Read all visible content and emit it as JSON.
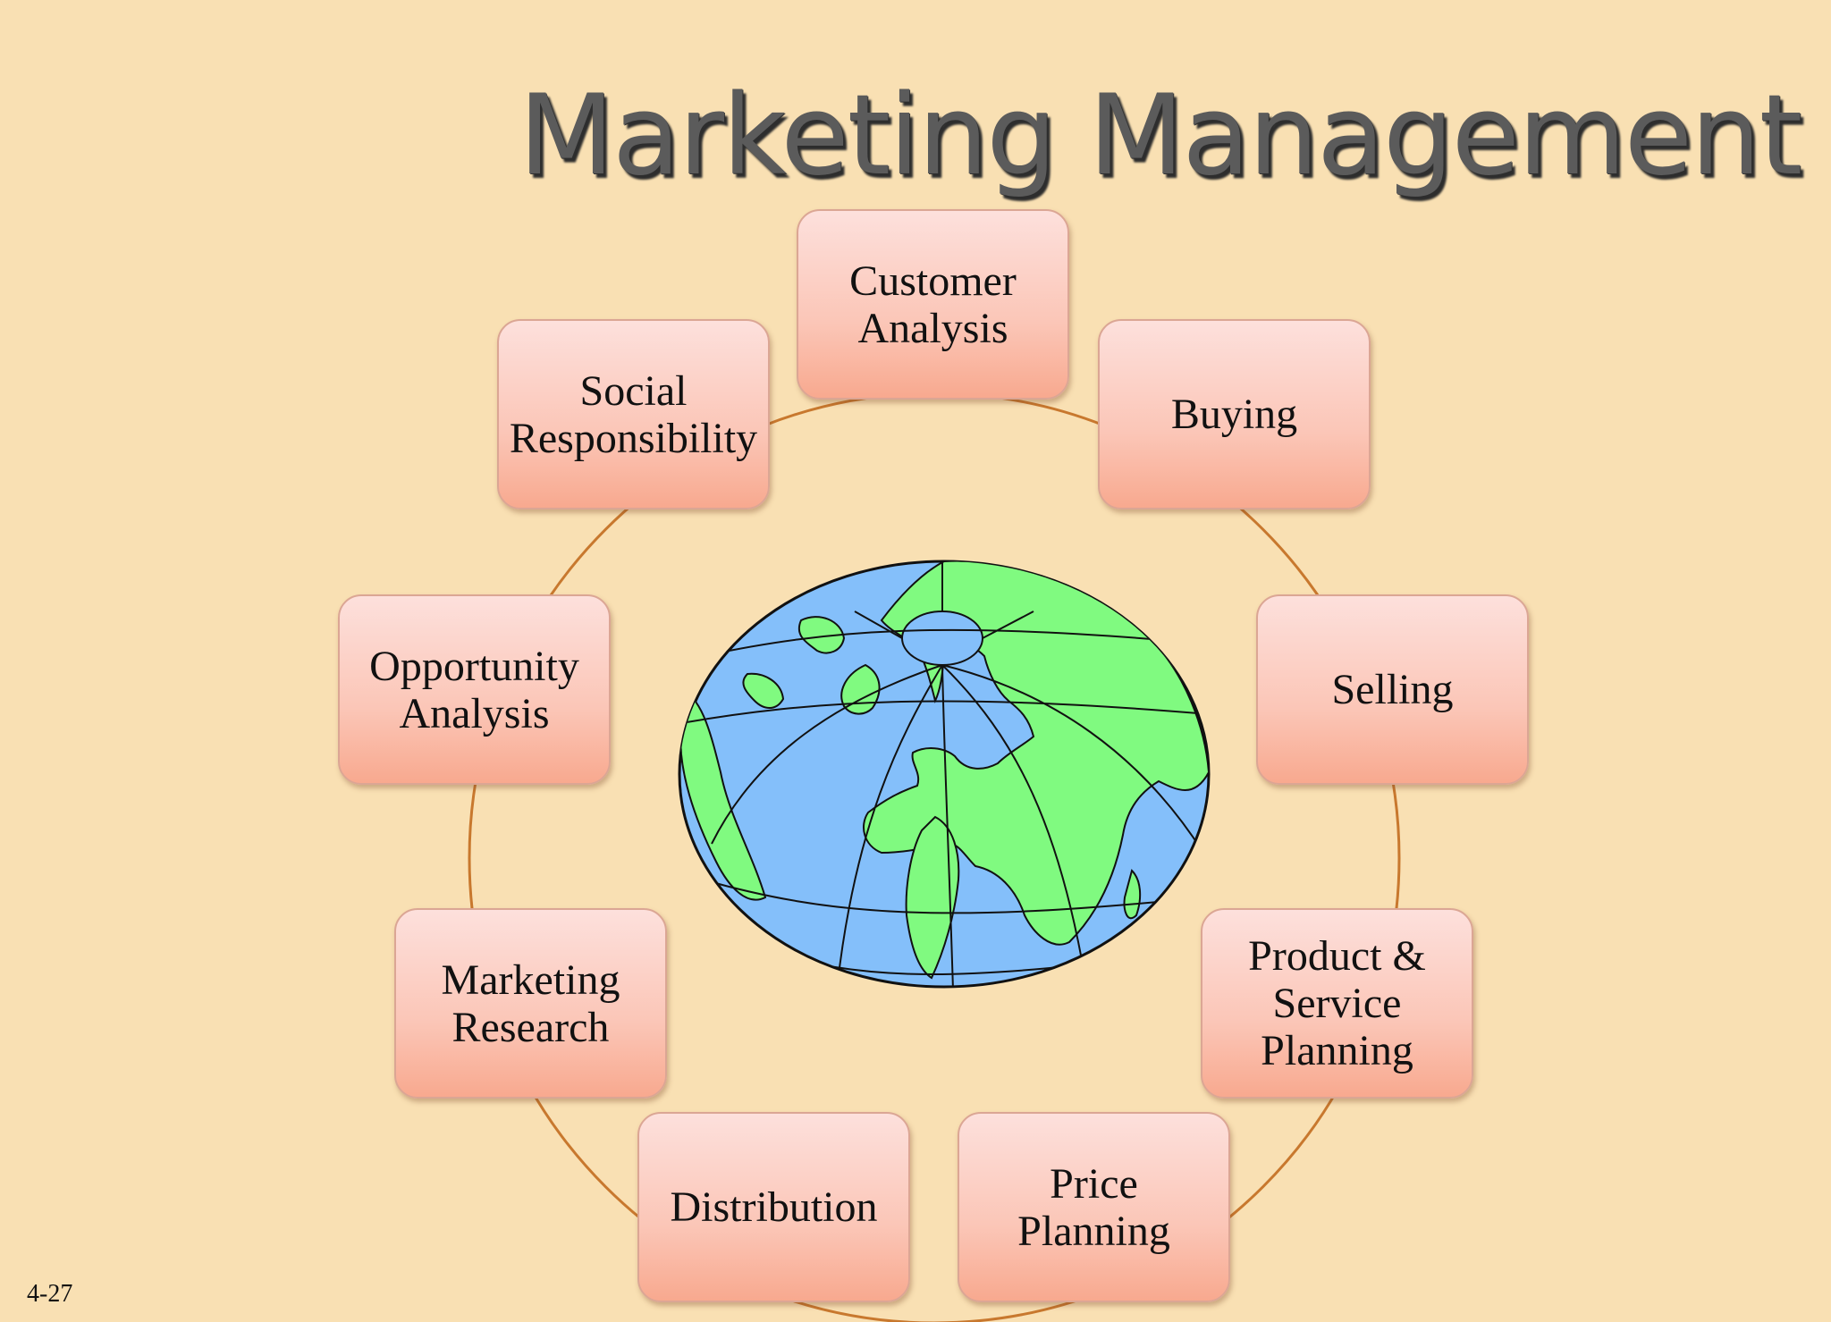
{
  "title": "Marketing Management",
  "slide_number": "4-27",
  "colors": {
    "background": "#f9e0b3",
    "node_fill_top": "#fde0dc",
    "node_fill_bottom": "#f8a98f",
    "ring": "#c8782e",
    "ocean": "#84bffa",
    "land": "#80fa80"
  },
  "nodes": [
    {
      "label": "Customer\nAnalysis"
    },
    {
      "label": "Buying"
    },
    {
      "label": "Selling"
    },
    {
      "label": "Product &\nService\nPlanning"
    },
    {
      "label": "Price\nPlanning"
    },
    {
      "label": "Distribution"
    },
    {
      "label": "Marketing\nResearch"
    },
    {
      "label": "Opportunity\nAnalysis"
    },
    {
      "label": "Social\nResponsibility"
    }
  ],
  "center_icon": "globe-icon"
}
